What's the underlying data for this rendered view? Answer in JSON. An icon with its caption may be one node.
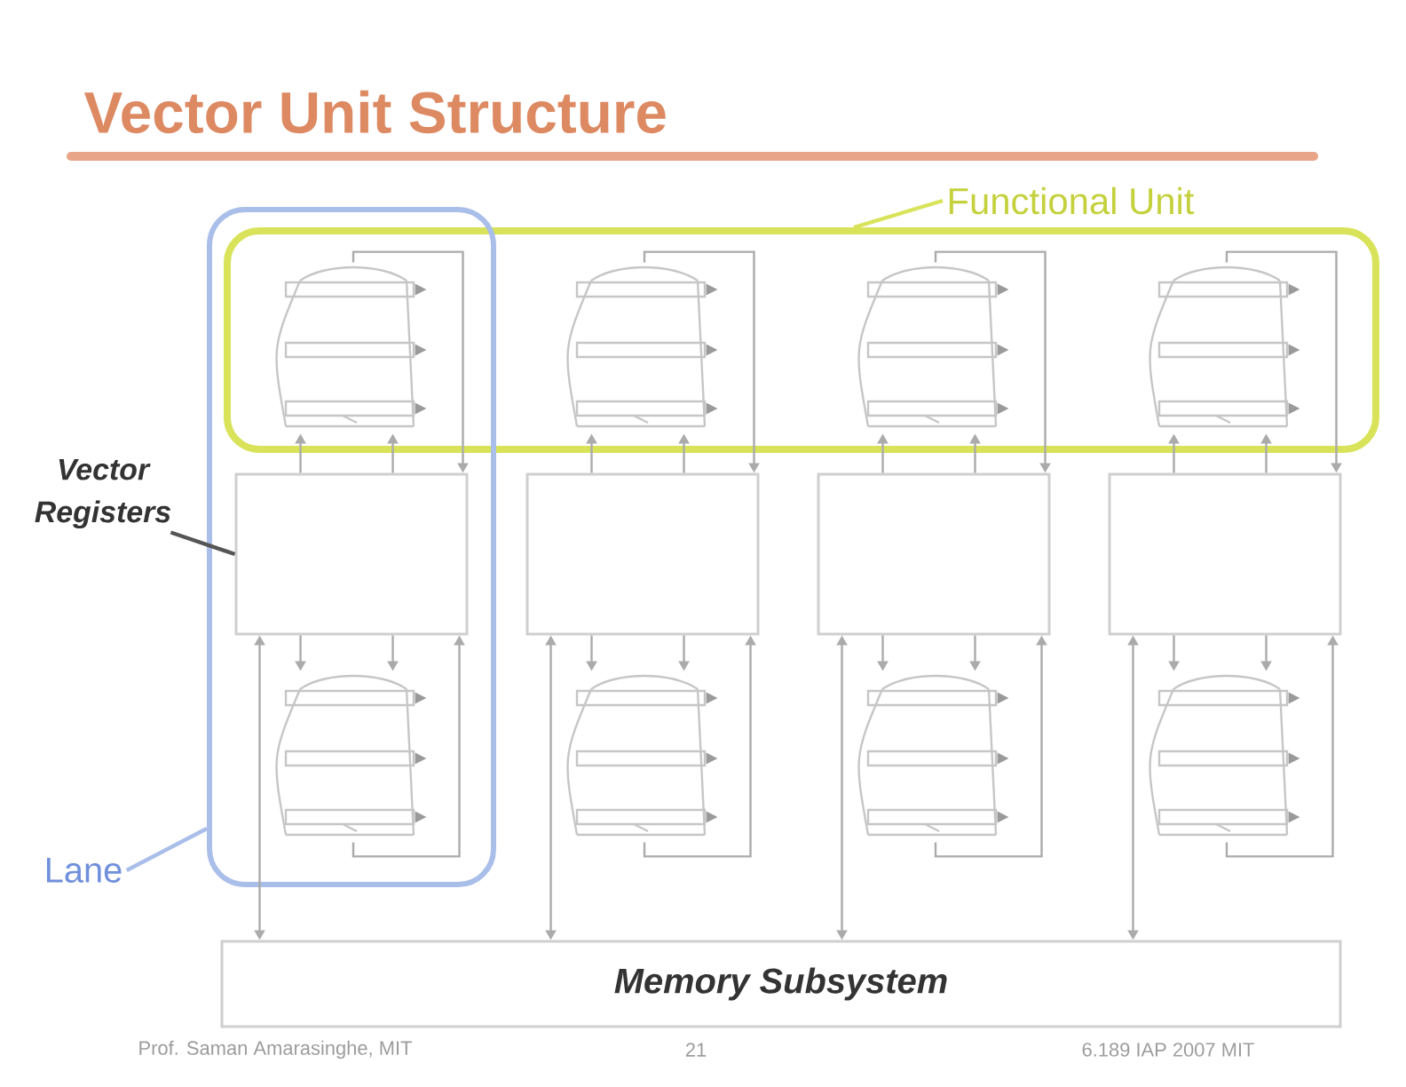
{
  "diagram": {
    "title": "Vector Unit Structure",
    "nodes": [
      {
        "text": [
          "Functional Unit"
        ]
      },
      {
        "text": [],
        "shape": "box"
      },
      {
        "text": [],
        "shape": "box"
      },
      {
        "text": [],
        "shape": "picture"
      },
      {
        "text": [],
        "shape": "picture",
        "in": 1
      },
      {
        "text": [],
        "shape": "picture",
        "in": 1
      },
      {
        "text": [],
        "shape": "picture",
        "in": 1
      },
      {
        "text": [
          "Vector Registers"
        ]
      },
      {
        "text": [],
        "shape": "box",
        "in": 2
      },
      {
        "text": [],
        "shape": "box"
      },
      {
        "text": [],
        "shape": "box"
      },
      {
        "text": [],
        "shape": "box"
      },
      {
        "text": [],
        "shape": "picture",
        "in": 2
      },
      {
        "text": [],
        "shape": "picture"
      },
      {
        "text": [],
        "shape": "picture"
      },
      {
        "text": [],
        "shape": "picture"
      },
      {
        "text": [
          "Lane"
        ]
      },
      {
        "text": [
          "Memory Subsystem"
        ]
      }
    ],
    "edges": [
      {
        "from": 0,
        "to": 1,
        "arrow": "none",
        "color": "#d9e35a"
      },
      {
        "from": 7,
        "to": 8,
        "arrow": "none",
        "color": "#555555"
      },
      {
        "from": 16,
        "to": 2,
        "arrow": "none",
        "color": "#a9bee9"
      },
      {
        "from": 8,
        "to": 3,
        "arrow": "to"
      },
      {
        "from": 8,
        "to": 3,
        "arrow": "to"
      },
      {
        "from": 3,
        "to": 8,
        "arrow": "to"
      },
      {
        "from": 8,
        "to": 12,
        "arrow": "to"
      },
      {
        "from": 8,
        "to": 12,
        "arrow": "to"
      },
      {
        "from": 12,
        "to": 8,
        "arrow": "to"
      },
      {
        "from": 8,
        "to": 17,
        "arrow": "both"
      },
      {
        "from": 9,
        "to": 4,
        "arrow": "to"
      },
      {
        "from": 9,
        "to": 4,
        "arrow": "to"
      },
      {
        "from": 4,
        "to": 9,
        "arrow": "to"
      },
      {
        "from": 9,
        "to": 13,
        "arrow": "to"
      },
      {
        "from": 9,
        "to": 13,
        "arrow": "to"
      },
      {
        "from": 13,
        "to": 9,
        "arrow": "to"
      },
      {
        "from": 9,
        "to": 17,
        "arrow": "both"
      },
      {
        "from": 10,
        "to": 5,
        "arrow": "to"
      },
      {
        "from": 10,
        "to": 5,
        "arrow": "to"
      },
      {
        "from": 5,
        "to": 10,
        "arrow": "to"
      },
      {
        "from": 10,
        "to": 14,
        "arrow": "to"
      },
      {
        "from": 10,
        "to": 14,
        "arrow": "to"
      },
      {
        "from": 14,
        "to": 10,
        "arrow": "to"
      },
      {
        "from": 10,
        "to": 17,
        "arrow": "both"
      },
      {
        "from": 11,
        "to": 6,
        "arrow": "to"
      },
      {
        "from": 11,
        "to": 6,
        "arrow": "to"
      },
      {
        "from": 6,
        "to": 11,
        "arrow": "to"
      },
      {
        "from": 11,
        "to": 15,
        "arrow": "to"
      },
      {
        "from": 11,
        "to": 15,
        "arrow": "to"
      },
      {
        "from": 15,
        "to": 11,
        "arrow": "to"
      },
      {
        "from": 11,
        "to": 17,
        "arrow": "both"
      }
    ],
    "labels": [
      "Prof. Saman Amarasinghe, MIT",
      "21",
      "6.189 IAP 2007 MIT"
    ]
  }
}
